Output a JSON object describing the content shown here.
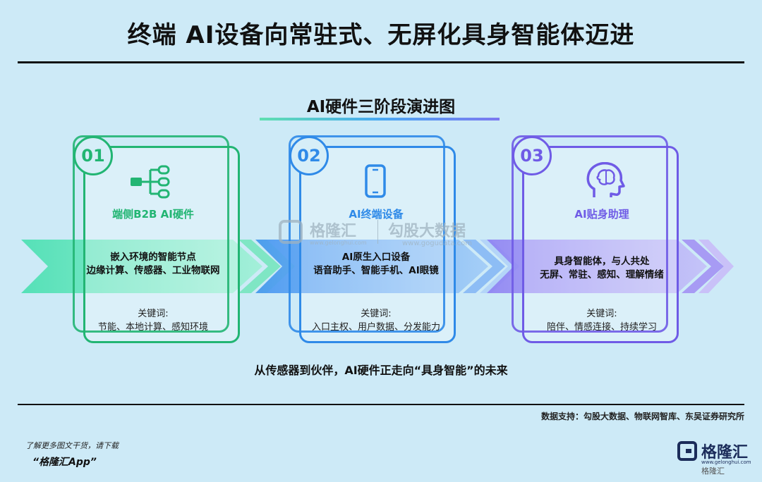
{
  "title": "终端 AI设备向常驻式、无屏化具身智能体迈进",
  "subtitle": "AI硬件三阶段演进图",
  "stages": [
    {
      "number": "01",
      "name": "端侧B2B AI硬件",
      "desc_lines": [
        "嵌入环境的智能节点",
        "边缘计算、传感器、工业物联网"
      ],
      "keywords_label": "关键词:",
      "keywords": "节能、本地计算、感知环境",
      "color": "#22b573",
      "icon": "network-node-icon"
    },
    {
      "number": "02",
      "name": "AI终端设备",
      "desc_lines": [
        "AI原生入口设备",
        "语音助手、智能手机、AI眼镜"
      ],
      "keywords_label": "关键词:",
      "keywords": "入口主权、用户数据、分发能力",
      "color": "#2f8ae8",
      "icon": "smartphone-icon"
    },
    {
      "number": "03",
      "name": "AI贴身助理",
      "desc_lines": [
        "具身智能体，与人共处",
        "无屏、常驻、感知、理解情绪"
      ],
      "keywords_label": "关键词:",
      "keywords": "陪伴、情感连接、持续学习",
      "color": "#6f5be6",
      "icon": "brain-head-icon"
    }
  ],
  "conclusion": "从传感器到伙伴，AI硬件正走向“具身智能”的未来",
  "source": "数据支持：勾股大数据、物联网智库、东吴证券研究所",
  "watermark": {
    "brand": "格隆汇",
    "brand_url": "www.gelonghui.com",
    "partner": "勾股大数据",
    "partner_url": "www.gogudata.com"
  },
  "footer": {
    "line1": "了解更多图文干货，请下载",
    "line2": "“格隆汇App”"
  },
  "brand_logo": {
    "name": "格隆汇",
    "url": "www.gelonghui.com",
    "tag": "格隆汇"
  }
}
